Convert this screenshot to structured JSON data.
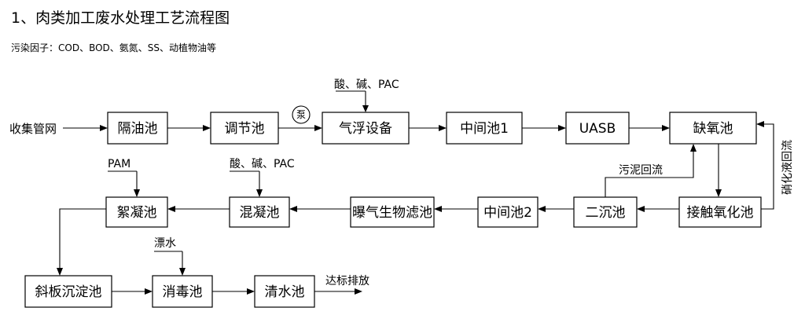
{
  "title": "1、肉类加工废水处理工艺流程图",
  "subtitle": "污染因子：COD、BOD、氨氮、SS、动植物油等",
  "nodes": {
    "source": "收集管网",
    "grease_trap": "隔油池",
    "equalization": "调节池",
    "pump": "泵",
    "flotation": "气浮设备",
    "intermediate1": "中间池1",
    "uasb": "UASB",
    "anoxic": "缺氧池",
    "contact_oxidation": "接触氧化池",
    "secondary_clarifier": "二沉池",
    "intermediate2": "中间池2",
    "aerated_biofilter": "曝气生物滤池",
    "coagulation": "混凝池",
    "flocculation": "絮凝池",
    "inclined_settler": "斜板沉淀池",
    "disinfection": "消毒池",
    "clear_water": "清水池"
  },
  "dosing": {
    "flotation": "酸、碱、PAC",
    "coagulation": "酸、碱、PAC",
    "flocculation": "PAM",
    "disinfection": "漂水"
  },
  "labels": {
    "sludge_return": "污泥回流",
    "nitrate_return": "硝化液回流",
    "discharge": "达标排放"
  }
}
